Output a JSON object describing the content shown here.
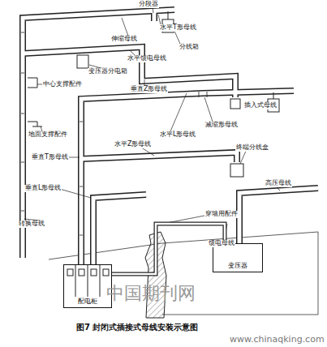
{
  "diagram": {
    "caption": "图7 封闭式插接式母线安装示意图",
    "nodes": [
      {
        "text": [
          "配电柜"
        ]
      },
      {
        "text": [
          "变压器"
        ]
      }
    ],
    "edges": [
      {
        "from": 0,
        "to": 1,
        "arrow": "none"
      }
    ],
    "labels": [
      "分段器",
      "伸缩母线",
      "水平T形母线",
      "分线箱",
      "水平馈电母线",
      "变压器分电箱",
      "中心支撑配件",
      "垂直Z形母线",
      "插入式母线",
      "减缩形母线",
      "地面支撑配件",
      "水平L形母线",
      "水平Z形母线",
      "终端分线盒",
      "垂直T形母线",
      "垂直L形母线",
      "转换母线",
      "穿墙用配件",
      "高压母线",
      "馈电母线",
      "中国期刊网",
      "www.chinaqking.com"
    ]
  }
}
